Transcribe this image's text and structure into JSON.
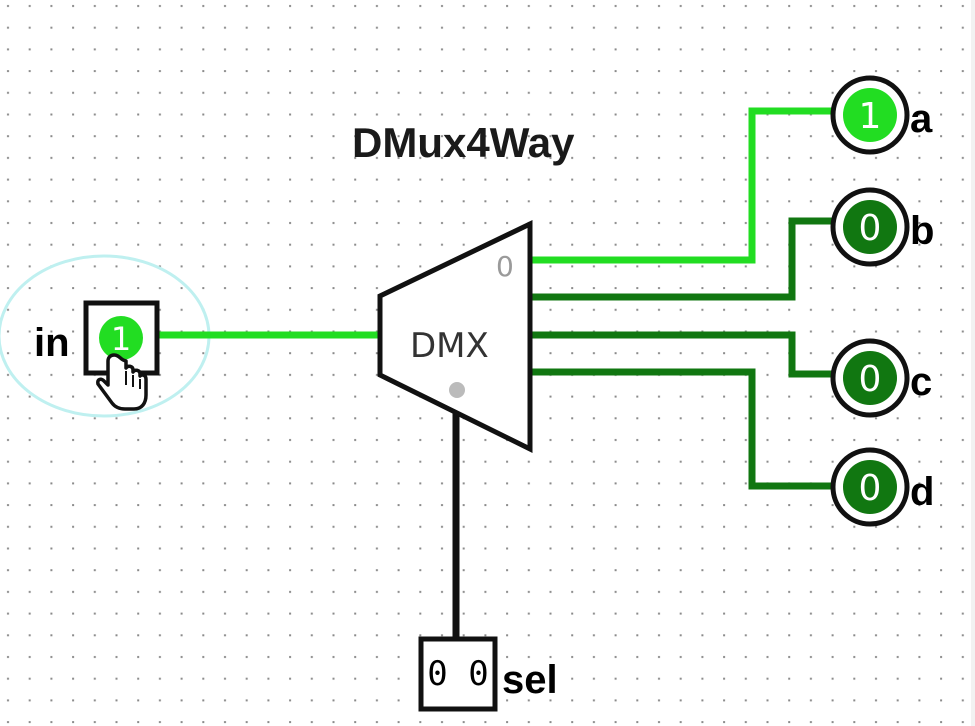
{
  "circuit": {
    "title": "DMux4Way",
    "input": {
      "label": "in",
      "value": "1"
    },
    "demux": {
      "label": "DMX",
      "port_label": "0"
    },
    "select": {
      "label": "sel",
      "value": "0 0"
    },
    "outputs": [
      {
        "label": "a",
        "value": "1"
      },
      {
        "label": "b",
        "value": "0"
      },
      {
        "label": "c",
        "value": "0"
      },
      {
        "label": "d",
        "value": "0"
      }
    ]
  },
  "colors": {
    "wire_on": "#22dd22",
    "wire_off": "#117711",
    "pin_on": "#22dd22",
    "pin_off": "#117711",
    "selection_halo": "#bff0f0",
    "grid_dot": "#8a8a8a"
  }
}
